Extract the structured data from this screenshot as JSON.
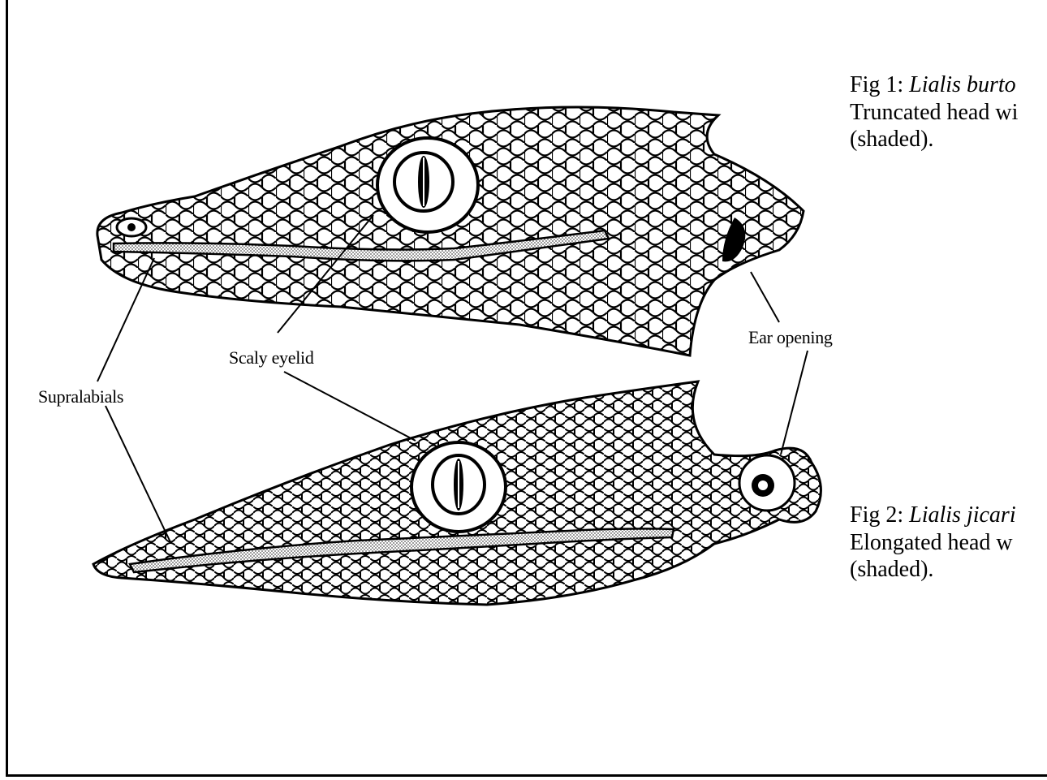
{
  "figure1": {
    "prefix": "Fig 1: ",
    "species": "Lialis burto",
    "line2": "Truncated head wi",
    "line3": "(shaded)."
  },
  "figure2": {
    "prefix": "Fig 2: ",
    "species": "Lialis jicari",
    "line2": "Elongated head w",
    "line3": "(shaded)."
  },
  "labels": {
    "supralabials": "Supralabials",
    "scaly_eyelid": "Scaly eyelid",
    "ear_opening": "Ear opening"
  },
  "colors": {
    "ink": "#000000",
    "shading": "#bdbdbd",
    "background": "#ffffff"
  }
}
